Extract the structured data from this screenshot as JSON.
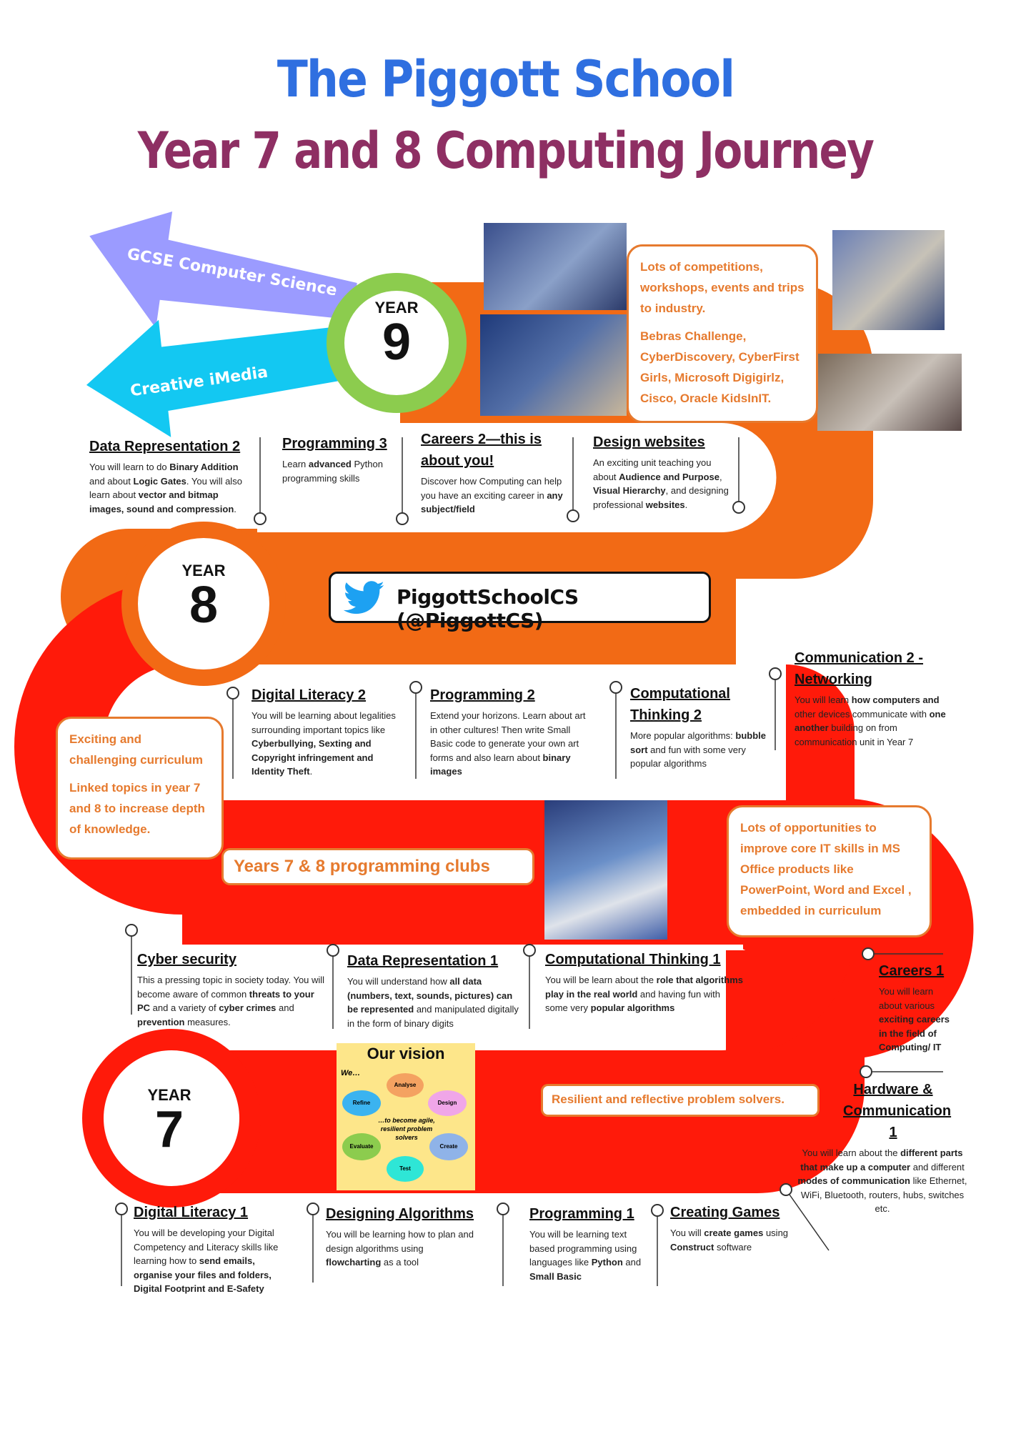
{
  "header": {
    "school": "The Piggott School",
    "subtitle": "Year 7 and 8 Computing Journey"
  },
  "arrows": {
    "gcse": "GCSE Computer Science",
    "imedia": "Creative iMedia"
  },
  "years": {
    "y9": {
      "label": "YEAR",
      "number": "9"
    },
    "y8": {
      "label": "YEAR",
      "number": "8"
    },
    "y7": {
      "label": "YEAR",
      "number": "7"
    }
  },
  "twitter": {
    "handle": "PiggottSchoolCS (@PiggottCS)"
  },
  "callouts": {
    "competitions_1": "Lots of competitions, workshops, events and trips to industry.",
    "competitions_2": "Bebras Challenge, CyberDiscovery, CyberFirst Girls, Microsoft Digigirlz, Cisco, Oracle KidsInIT.",
    "curriculum_1": "Exciting and challenging curriculum",
    "curriculum_2": "Linked topics in year 7 and 8 to increase depth of knowledge.",
    "clubs": "Years 7 & 8 programming clubs",
    "office": "Lots of opportunities to improve core IT skills in MS Office products like PowerPoint, Word and Excel , embedded in curriculum",
    "resilient": "Resilient and reflective problem solvers."
  },
  "vision": {
    "title": "Our vision",
    "we": "We…",
    "centre": "…to become agile, resilient problem solvers",
    "steps": [
      "Analyse",
      "Design",
      "Create",
      "Test",
      "Evaluate",
      "Refine"
    ]
  },
  "topics": {
    "data_rep_2": {
      "title": "Data Representation 2",
      "t1": "You will learn to do ",
      "b1": "Binary Addition",
      "t2": " and about ",
      "b2": "Logic Gates",
      "t3": ". You will also learn about ",
      "b3": "vector and bitmap images, sound and compression",
      "t4": "."
    },
    "prog_3": {
      "title": "Programming 3",
      "t1": "Learn ",
      "b1": "advanced",
      "t2": " Python programming skills"
    },
    "careers_2": {
      "title": "Careers 2—this is about you!",
      "t1": "Discover how Computing can help you have an exciting career in ",
      "b1": "any subject/field"
    },
    "design_web": {
      "title": "Design websites",
      "t1": "An exciting unit  teaching you about ",
      "b1": "Audience and Purpose",
      "t2": ", ",
      "b2": "Visual Hierarchy",
      "t3": ", and designing professional ",
      "b3": "websites",
      "t4": "."
    },
    "dig_lit_2": {
      "title": "Digital Literacy 2",
      "t1": "You will be learning about legalities surrounding important topics like ",
      "b1": "Cyberbullying, Sexting and Copyright infringement and Identity Theft",
      "t2": "."
    },
    "prog_2": {
      "title": "Programming 2",
      "t1": "Extend your horizons. Learn about art in other cultures! Then write Small Basic code to generate your own art forms and also learn about ",
      "b1": "binary images"
    },
    "comp_think_2": {
      "title": "Computational Thinking 2",
      "t1": "More popular algorithms: ",
      "b1": "bubble sort",
      "t2": " and  fun with some very popular algorithms"
    },
    "comm_2": {
      "title": "Communication 2 - Networking",
      "t1": "You will learn ",
      "b1": "how computers and",
      "t2": " other devices communicate with ",
      "b2": "one another",
      "t3": " building on from communication unit in Year 7"
    },
    "cyber": {
      "title": "Cyber security",
      "t1": "This a pressing topic in society today. You will become aware of common ",
      "b1": "threats to your PC",
      "t2": " and a variety of ",
      "b2": "cyber crimes",
      "t3": " and ",
      "b3": "prevention",
      "t4": " measures."
    },
    "data_rep_1": {
      "title": "Data Representation 1",
      "t1": "You will understand how ",
      "b1": "all data (numbers, text, sounds, pictures) can be represented",
      "t2": " and manipulated digitally in the form of binary digits"
    },
    "comp_think_1": {
      "title": "Computational Thinking 1",
      "t1": "You will be learn about the ",
      "b1": "role that algorithms play in the real world",
      "t2": " and having fun with some very ",
      "b2": "popular algorithms"
    },
    "careers_1": {
      "title": "Careers 1",
      "t1": "You will learn about various ",
      "b1": "exciting careers in the field of Computing/ IT"
    },
    "hardware": {
      "title": "Hardware & Communication 1",
      "t1": "You will learn about the ",
      "b1": "different parts that make up a computer",
      "t2": " and different ",
      "b2": "modes of communication",
      "t3": " like Ethernet, WiFi, Bluetooth, routers, hubs, switches etc."
    },
    "dig_lit_1": {
      "title": "Digital Literacy 1",
      "t1": "You will be developing your Digital Competency and Literacy skills like learning how to  ",
      "b1": "send emails, organise your files and folders, Digital Footprint and E-Safety"
    },
    "design_alg": {
      "title": "Designing Algorithms",
      "t1": "You will be learning how to plan and design  algorithms using ",
      "b1": "flowcharting",
      "t2": " as a tool"
    },
    "prog_1": {
      "title": "Programming 1",
      "t1": "You will be learning text based programming using languages like ",
      "b1": "Python",
      "t2": " and ",
      "b2": "Small Basic"
    },
    "games": {
      "title": "Creating Games",
      "t1": "You will ",
      "b1": "create games",
      "t2": " using ",
      "b2": "Construct",
      "t3": " software"
    }
  },
  "colors": {
    "orange": "#f26a15",
    "red": "#ff1a0a",
    "green": "#8ccc4e",
    "purple": "#9b9bff",
    "cyan": "#13c8f2",
    "blue_title": "#2f6fe0",
    "maroon_title": "#8e2f63",
    "callout": "#e67a2e"
  }
}
